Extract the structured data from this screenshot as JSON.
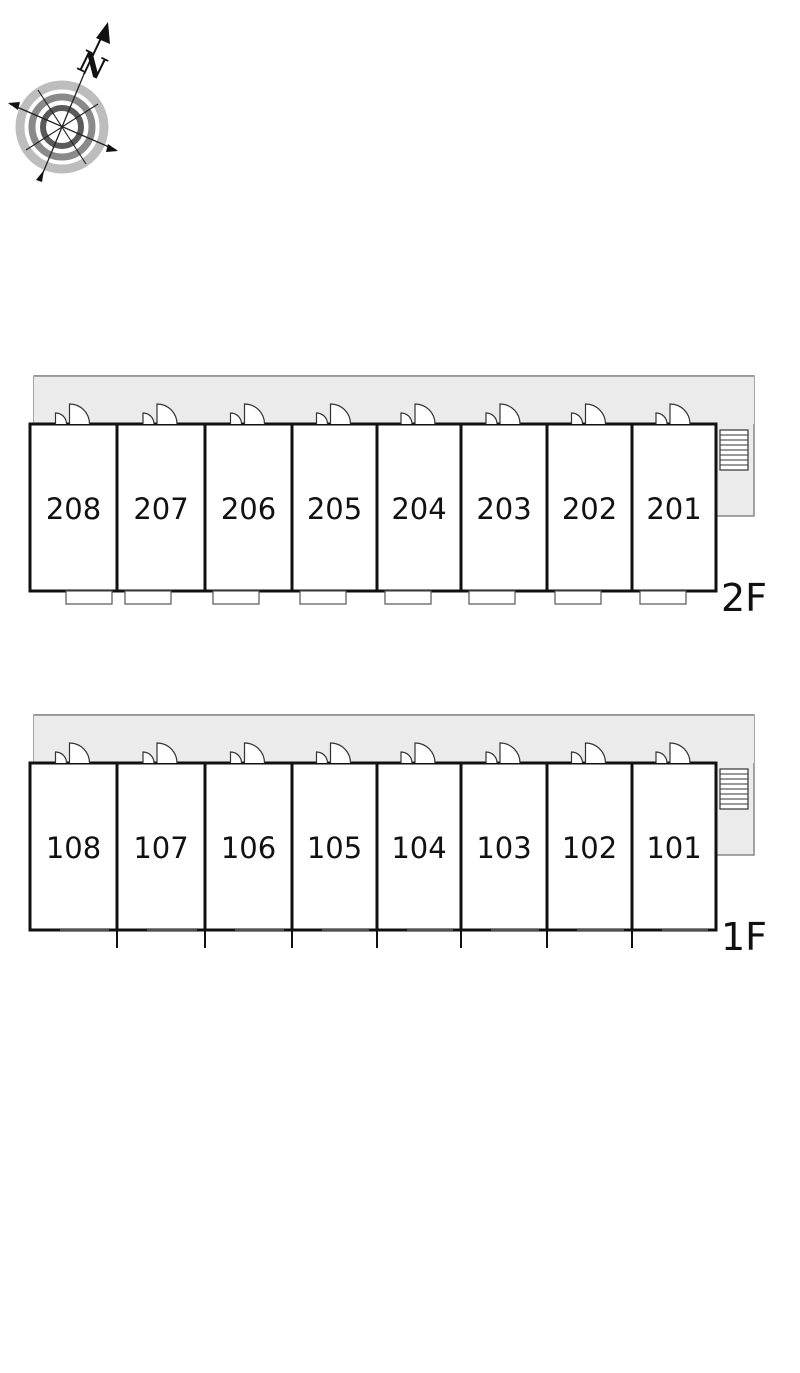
{
  "compass": {
    "north_label": "N",
    "icon": "compass-rose-icon"
  },
  "colors": {
    "corridor": "#ebebeb",
    "wall": "#111111",
    "outline": "#888888"
  },
  "floors": [
    {
      "id": "floor-2",
      "label": "2F",
      "units": [
        "208",
        "207",
        "206",
        "205",
        "204",
        "203",
        "202",
        "201"
      ]
    },
    {
      "id": "floor-1",
      "label": "1F",
      "units": [
        "108",
        "107",
        "106",
        "105",
        "104",
        "103",
        "102",
        "101"
      ]
    }
  ]
}
